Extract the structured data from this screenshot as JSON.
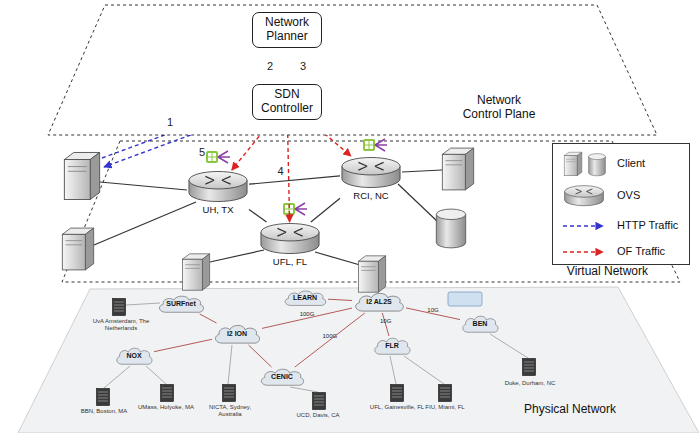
{
  "diagram": {
    "nodes": [
      {
        "text": [
          "Network Control Plane"
        ]
      },
      {
        "text": [
          "Network Planner"
        ],
        "in": 0
      },
      {
        "text": [
          "SDN Controller"
        ],
        "in": 0
      },
      {
        "text": [
          "Virtual Network"
        ]
      },
      {
        "text": [
          "UH, TX"
        ],
        "in": 3
      },
      {
        "text": [
          "RCI, NC"
        ],
        "in": 3
      },
      {
        "text": [
          "UFL, FL"
        ],
        "in": 3
      },
      {
        "text": [
          "Physical Network"
        ]
      },
      {
        "text": [
          "SURFnet"
        ],
        "in": 7
      },
      {
        "text": [
          "NOX"
        ],
        "in": 7
      },
      {
        "text": [
          "I2 ION"
        ],
        "in": 7
      },
      {
        "text": [
          "CENIC"
        ],
        "in": 7
      },
      {
        "text": [
          "LEARN"
        ],
        "in": 7
      },
      {
        "text": [
          "I2 AL2S"
        ],
        "in": 7
      },
      {
        "text": [
          "FLR"
        ],
        "in": 7
      },
      {
        "text": [
          "BEN"
        ],
        "in": 7
      }
    ],
    "edges": [
      {
        "from": 2,
        "to": 1,
        "arrow": "to",
        "label": "2"
      },
      {
        "from": 1,
        "to": 2,
        "arrow": "to",
        "label": "3"
      },
      {
        "from": 2,
        "to": 4,
        "arrow": "to"
      },
      {
        "from": 2,
        "to": 6,
        "arrow": "to",
        "label": "4"
      },
      {
        "from": 2,
        "to": 5,
        "arrow": "to"
      },
      {
        "from": 4,
        "to": 5,
        "arrow": "none"
      },
      {
        "from": 4,
        "to": 6,
        "arrow": "none"
      },
      {
        "from": 5,
        "to": 6,
        "arrow": "none"
      },
      {
        "from": 8,
        "to": 10,
        "arrow": "none"
      },
      {
        "from": 9,
        "to": 10,
        "arrow": "none"
      },
      {
        "from": 10,
        "to": 11,
        "arrow": "none"
      },
      {
        "from": 10,
        "to": 13,
        "arrow": "none",
        "label": "100G"
      },
      {
        "from": 11,
        "to": 13,
        "arrow": "none",
        "label": "100G"
      },
      {
        "from": 12,
        "to": 13,
        "arrow": "none"
      },
      {
        "from": 13,
        "to": 14,
        "arrow": "none",
        "label": "10G"
      },
      {
        "from": 13,
        "to": 15,
        "arrow": "none",
        "label": "10G"
      }
    ],
    "labels": [
      "1",
      "5",
      "UvA Amsterdam, The Netherlands",
      "BBN, Boston, MA",
      "UMass, Holyoke, MA",
      "NICTA, Sydney, Australia",
      "UCD, Davis, CA",
      "UFL, Gainesville, FL",
      "FIU, Miami, FL",
      "Duke, Durham, NC"
    ],
    "legend": [
      {
        "text": "Client"
      },
      {
        "text": "OVS"
      },
      {
        "text": "HTTP Traffic"
      },
      {
        "text": "OF Traffic"
      }
    ]
  }
}
